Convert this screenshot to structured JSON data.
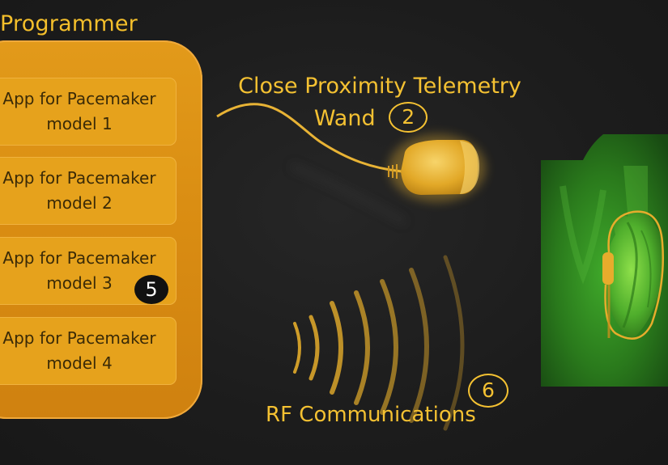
{
  "programmer": {
    "title": "Programmer",
    "apps": [
      {
        "line1": "App for Pacemaker",
        "line2": "model 1"
      },
      {
        "line1": "App for Pacemaker",
        "line2": "model 2"
      },
      {
        "line1": "App for Pacemaker",
        "line2": "model 3"
      },
      {
        "line1": "App for Pacemaker",
        "line2": "model 4"
      }
    ],
    "badge": "5"
  },
  "wand": {
    "line1": "Close Proximity Telemetry",
    "line2": "Wand",
    "badge": "2"
  },
  "rf": {
    "label": "RF Communications",
    "badge": "6"
  },
  "colors": {
    "accent_yellow": "#f4c132",
    "programmer_orange": "#d98c12",
    "card_orange": "#e6a21c",
    "background": "#1c1c1c",
    "patient_green": "#3f9d26"
  }
}
